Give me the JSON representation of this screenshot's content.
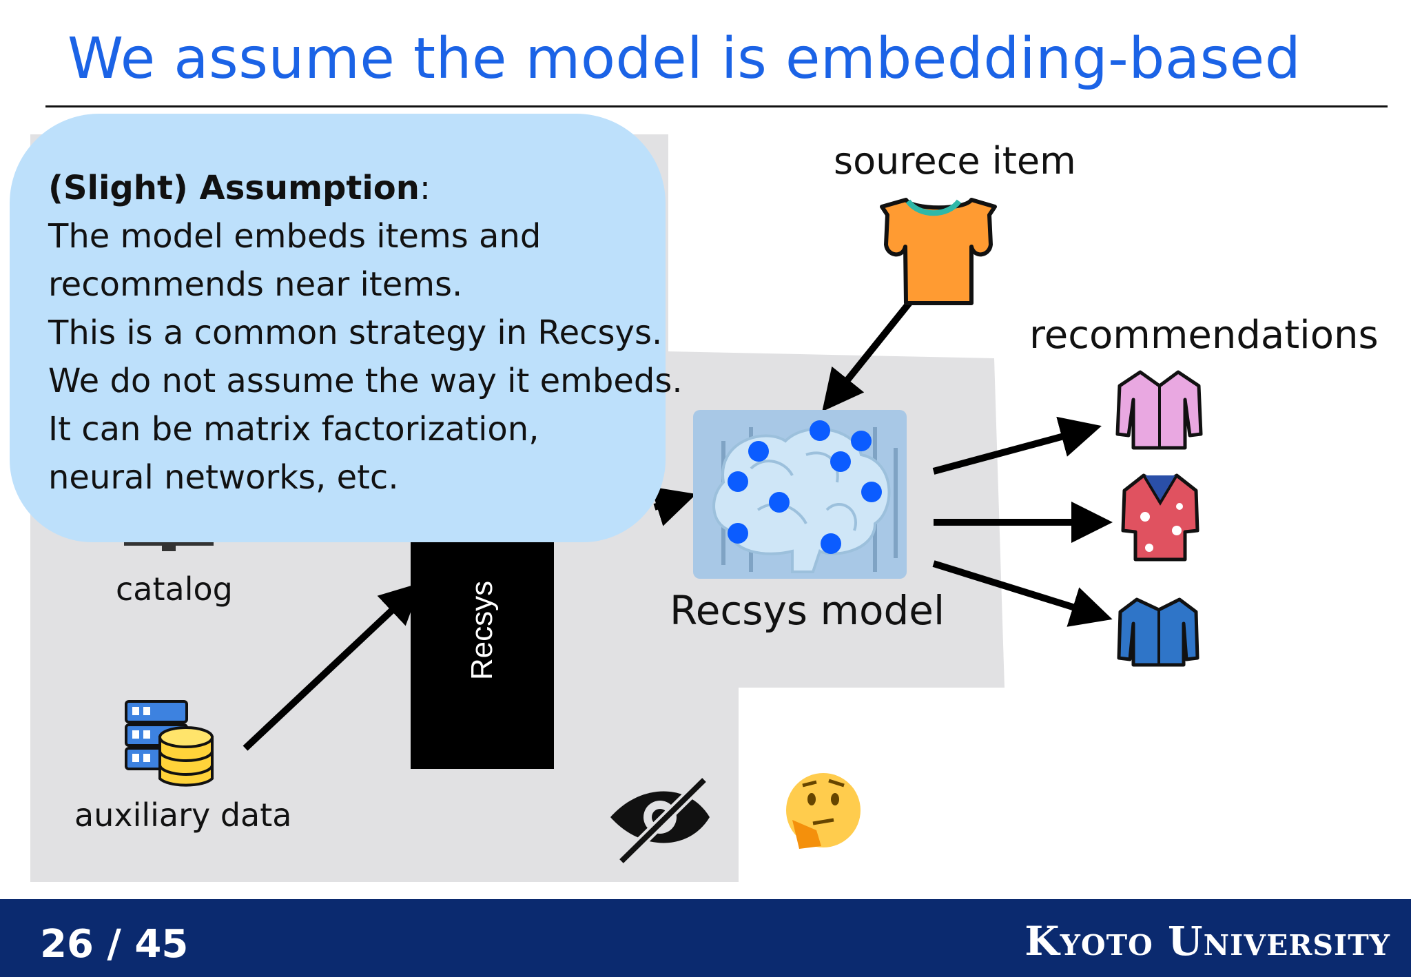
{
  "slide": {
    "title": "We assume the model is embedding-based"
  },
  "bubble": {
    "heading_bold": "(Slight) Assumption",
    "heading_rest": ":",
    "lines": [
      "The model embeds items and",
      "recommends near items.",
      "This is a common strategy in Recsys.",
      "We do not assume the way it embeds.",
      "It can be matrix factorization,",
      "neural networks, etc."
    ]
  },
  "diagram": {
    "source_label": "sourece item",
    "recommendations_label": "recommendations",
    "catalog_label": "catalog",
    "auxiliary_label": "auxiliary data",
    "recsys_bar_label": "Recsys",
    "model_label": "Recsys model",
    "embedding_point_color": "#0b5cff",
    "icons": [
      "orange-tshirt-icon",
      "pink-shirt-icon",
      "hawaiian-shirt-icon",
      "denim-shirt-icon",
      "database-server-icon",
      "hidden-eye-icon",
      "thinking-face-icon",
      "brain-icon"
    ]
  },
  "footer": {
    "page": "26 / 45",
    "university": "Kyoto University"
  }
}
